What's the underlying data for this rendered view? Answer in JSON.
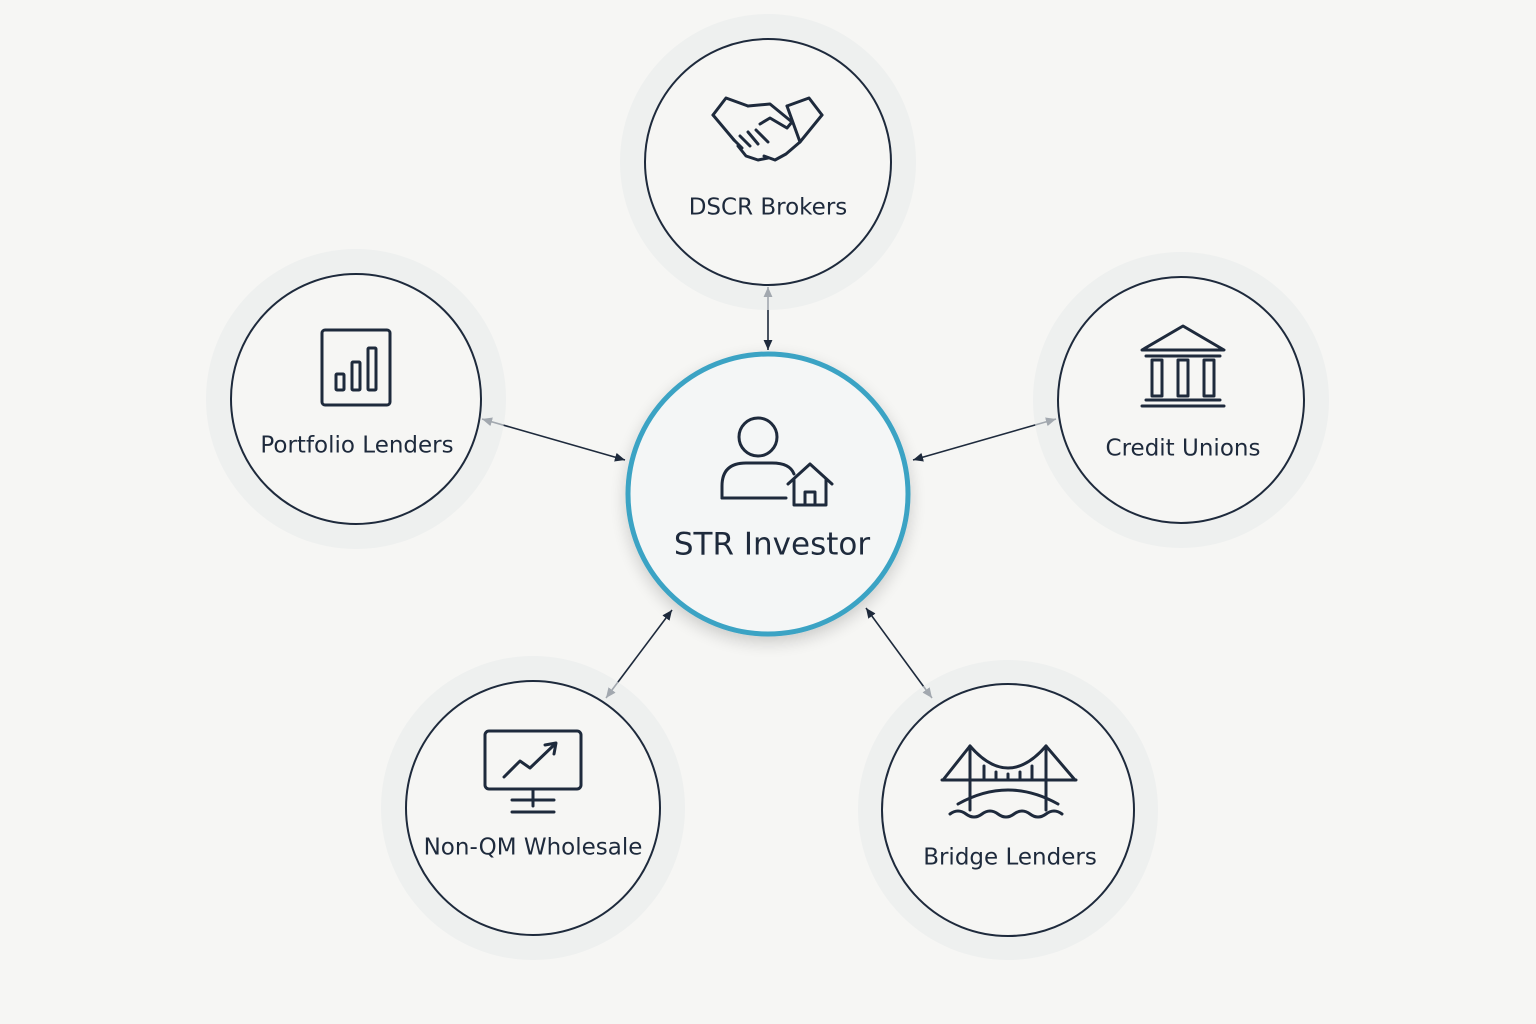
{
  "center": {
    "label": "STR Investor",
    "icon": "person-with-house-icon"
  },
  "nodes": [
    {
      "id": "dscr-brokers",
      "label": "DSCR Brokers",
      "icon": "handshake-icon"
    },
    {
      "id": "credit-unions",
      "label": "Credit Unions",
      "icon": "bank-icon"
    },
    {
      "id": "bridge-lenders",
      "label": "Bridge Lenders",
      "icon": "bridge-icon"
    },
    {
      "id": "non-qm-wholesale",
      "label": "Non-QM Wholesale",
      "icon": "monitor-chart-icon"
    },
    {
      "id": "portfolio-lenders",
      "label": "Portfolio Lenders",
      "icon": "bar-chart-icon"
    }
  ],
  "connections": "bidirectional",
  "colors": {
    "background": "#f6f6f4",
    "accent": "#3aa3c4",
    "stroke": "#1e2a3c",
    "halo": "#e9eded"
  }
}
